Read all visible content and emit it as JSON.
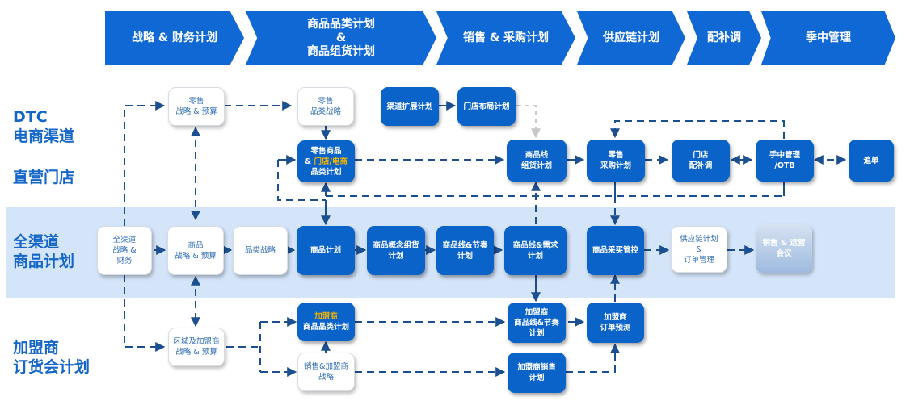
{
  "header_steps": [
    {
      "label": "战略 & 财务计划"
    },
    {
      "label_lines": [
        "商品品类计划",
        "&",
        "商品组货计划"
      ]
    },
    {
      "label": "销售 & 采购计划"
    },
    {
      "label": "供应链计划"
    },
    {
      "label": "配补调"
    },
    {
      "label": "季中管理"
    }
  ],
  "lanes": {
    "dtc_line1": "DTC",
    "dtc_line2": "电商渠道",
    "direct_stores": "直营门店",
    "omni_line1": "全渠道",
    "omni_line2": "商品计划",
    "franchise_line1": "加盟商",
    "franchise_line2": "订货会计划"
  },
  "nodes": {
    "retail_strategy_budget": [
      "零售",
      "战略 & 预算"
    ],
    "retail_category_strategy": [
      "零售",
      "品类战略"
    ],
    "channel_expansion_plan": [
      "渠道扩展计划"
    ],
    "store_layout_plan": [
      "门店布局计划"
    ],
    "retail_product_category_plan": {
      "line1": "零售商品",
      "line2_prefix": "& ",
      "line2_highlight": "门店/电商",
      "line3": "品类计划"
    },
    "product_line_assortment_plan": [
      "商品线",
      "组货计划"
    ],
    "retail_purchase_plan": [
      "零售",
      "采购计划"
    ],
    "store_replenishment": [
      "门店",
      "配补调"
    ],
    "in_season_otb": [
      "手中管理",
      "/OTB"
    ],
    "chase_order": [
      "追单"
    ],
    "omni_strategy_finance": [
      "全渠道",
      "战略 &",
      "财务"
    ],
    "product_strategy_budget": [
      "商品",
      "战略 & 预算"
    ],
    "category_strategy": [
      "品类战略"
    ],
    "product_plan": [
      "商品计划"
    ],
    "concept_assortment_plan": [
      "商品概念组货",
      "计划"
    ],
    "line_rhythm_plan": [
      "商品线&节奏",
      "计划"
    ],
    "line_demand_plan": [
      "商品线&需求",
      "计划"
    ],
    "buy_control": [
      "商品采买管控"
    ],
    "supply_chain_order_mgmt": [
      "供应链计划",
      "&",
      "订单管理"
    ],
    "sales_ops_meeting": [
      "销售 & 运营",
      "会议"
    ],
    "region_franchise_strategy": [
      "区域及加盟商",
      "战略 & 预算"
    ],
    "franchise_category_plan": {
      "line1_highlight": "加盟商",
      "line2": "商品品类计划"
    },
    "sales_franchise_strategy": [
      "销售&加盟商",
      "战略"
    ],
    "franchise_line_rhythm_plan": [
      "加盟商",
      "商品线&节奏",
      "计划"
    ],
    "franchise_sales_plan": [
      "加盟商销售",
      "计划"
    ],
    "franchise_order_forecast": [
      "加盟商",
      "订单预测"
    ]
  },
  "colors": {
    "primary_blue": "#0a63c9",
    "header_blue": "#0f68d4",
    "lane_text": "#1466c8",
    "band_bg": "#d4e4f9",
    "highlight": "#f6b500",
    "connector": "#1b4f8f"
  }
}
